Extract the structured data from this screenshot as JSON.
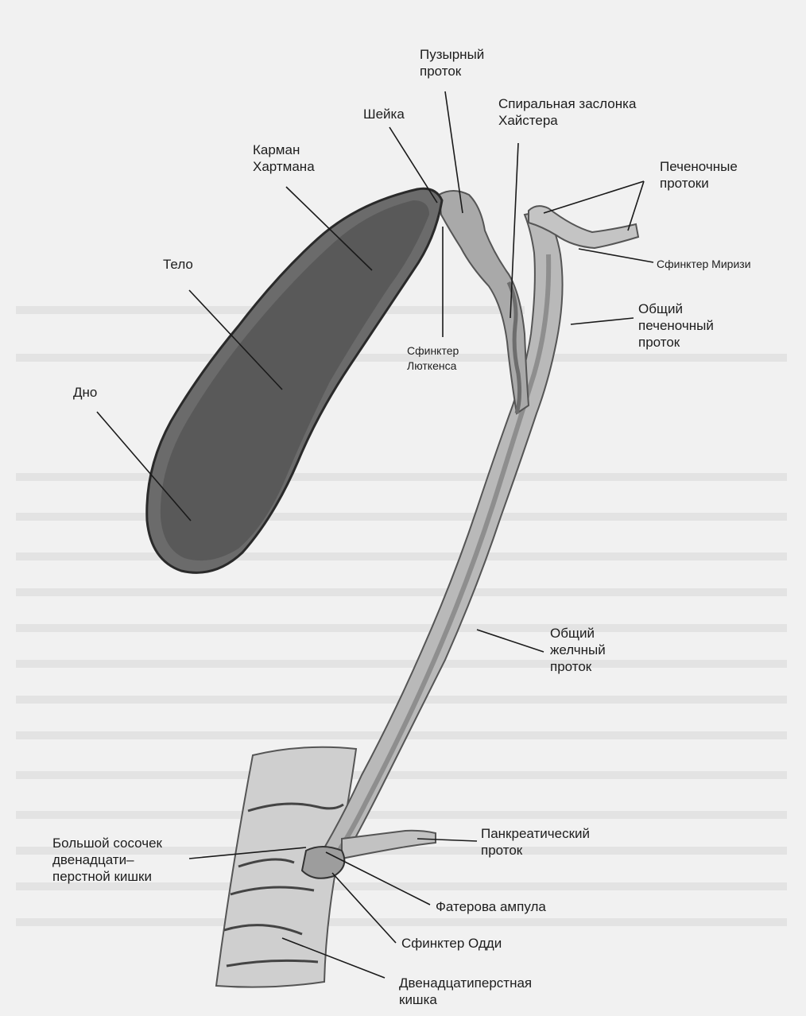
{
  "labels": {
    "cystic_duct": "Пузырный\nпроток",
    "neck": "Шейка",
    "heister_valve": "Спиральная заслонка\nХайстера",
    "hartmann_pouch": "Карман\nХартмана",
    "hepatic_ducts": "Печеночные\nпротоки",
    "body": "Тело",
    "mirizzi_sphincter": "Сфинктер Миризи",
    "common_hepatic_duct": "Общий\nпеченочный\nпроток",
    "lutkens_sphincter": "Сфинктер\nЛюткенса",
    "fundus": "Дно",
    "common_bile_duct": "Общий\nжелчный\nпроток",
    "major_papilla": "Большой сосочек\nдвенадцати–\nперстной кишки",
    "pancreatic_duct": "Панкреатический\nпроток",
    "vater_ampulla": "Фатерова ампула",
    "oddi_sphincter": "Сфинктер Одди",
    "duodenum": "Двенадцатиперстная\nкишка"
  },
  "colors": {
    "background": "#f1f1f1",
    "gallbladder_fill": "#6b6b6b",
    "duct_fill": "#b9b9b9",
    "duodenum_fill": "#cfcfcf",
    "line": "#1a1a1a"
  }
}
